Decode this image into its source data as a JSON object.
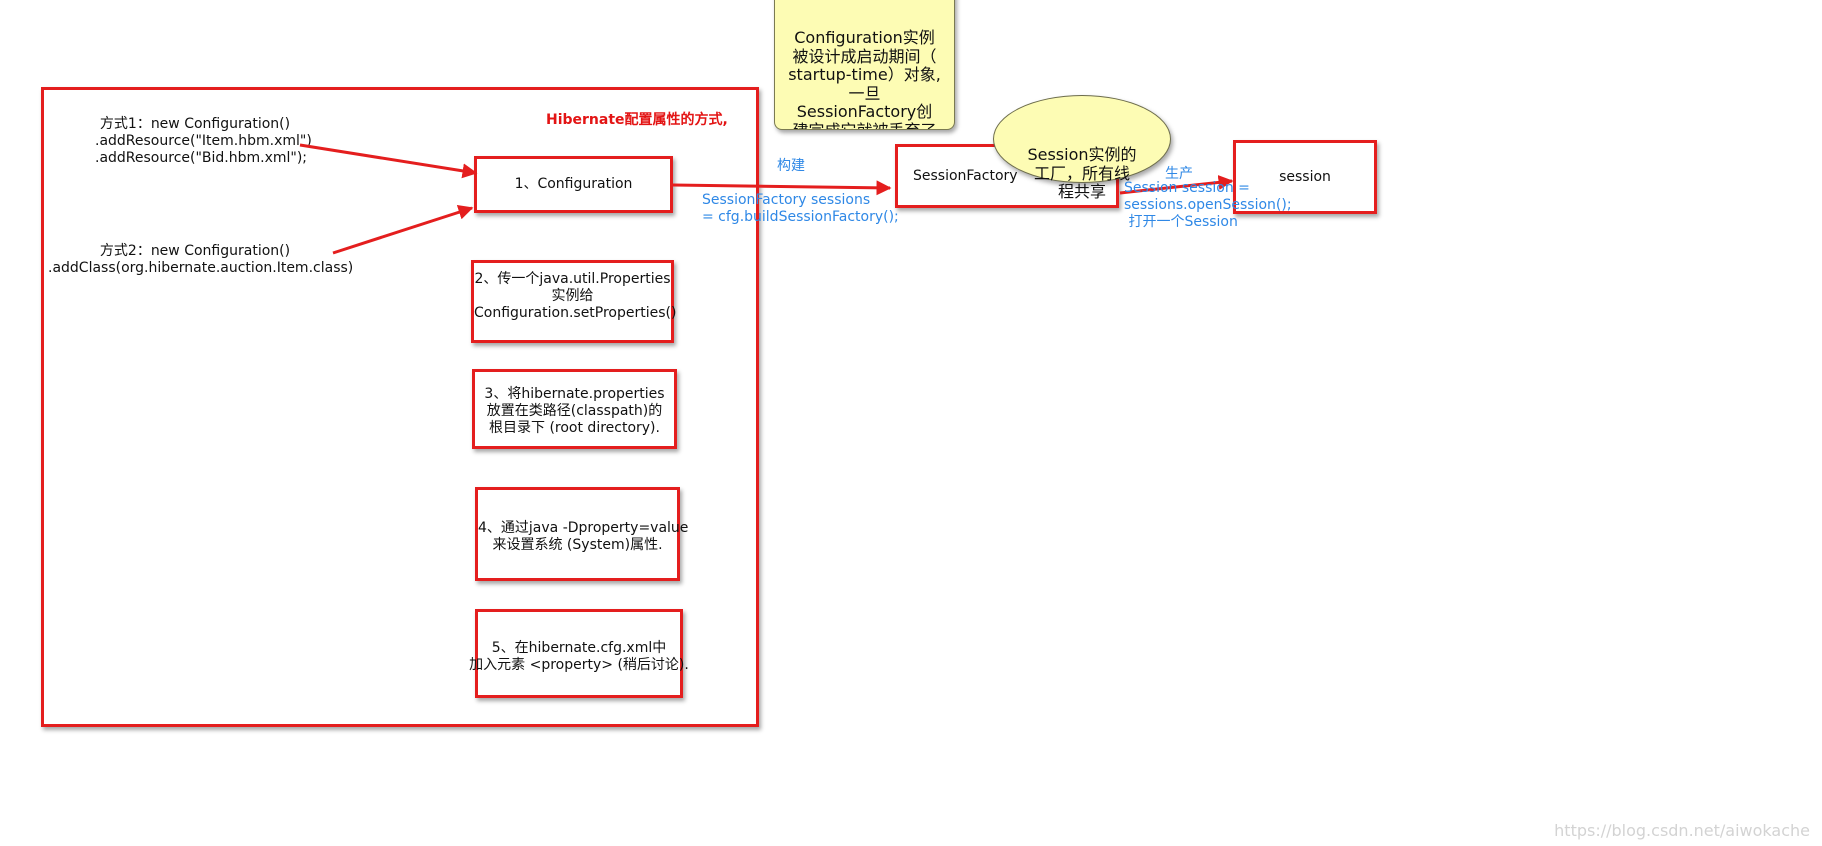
{
  "title": "Hibernate配置属性的方式,",
  "method1": {
    "label": "方式1：new Configuration()\n.addResource(\"Item.hbm.xml\")\n.addResource(\"Bid.hbm.xml\");"
  },
  "method2": {
    "label": "方式2：new Configuration()\n.addClass(org.hibernate.auction.Item.class)"
  },
  "steps": [
    "1、Configuration",
    "2、传一个java.util.Properties\n实例给\nConfiguration.setProperties()",
    "3、将hibernate.properties\n放置在类路径(classpath)的\n根目录下 (root directory).",
    "4、通过java -Dproperty=value\n来设置系统 (System)属性.",
    "5、在hibernate.cfg.xml中\n加入元素 <property> (稍后讨论)."
  ],
  "note": "Configuration实例\n被设计成启动期间（\nstartup-time）对象,\n一旦\nSessionFactory创\n建完成它就被丢弃了",
  "session_factory": {
    "label": "SessionFactory",
    "build_label": "构建",
    "build_code": "SessionFactory sessions\n= cfg.buildSessionFactory();",
    "bubble": "Session实例的\n工厂，所有线\n程共享"
  },
  "session": {
    "label": "session",
    "produce_label": "生产",
    "produce_code": "Session session =\nsessions.openSession();\n 打开一个Session"
  },
  "watermark": "https://blog.csdn.net/aiwokache",
  "colors": {
    "frame": "#e41e1e",
    "note_fill": "#fdfcb4",
    "link_text": "#2f88e6",
    "title": "#e31414"
  }
}
